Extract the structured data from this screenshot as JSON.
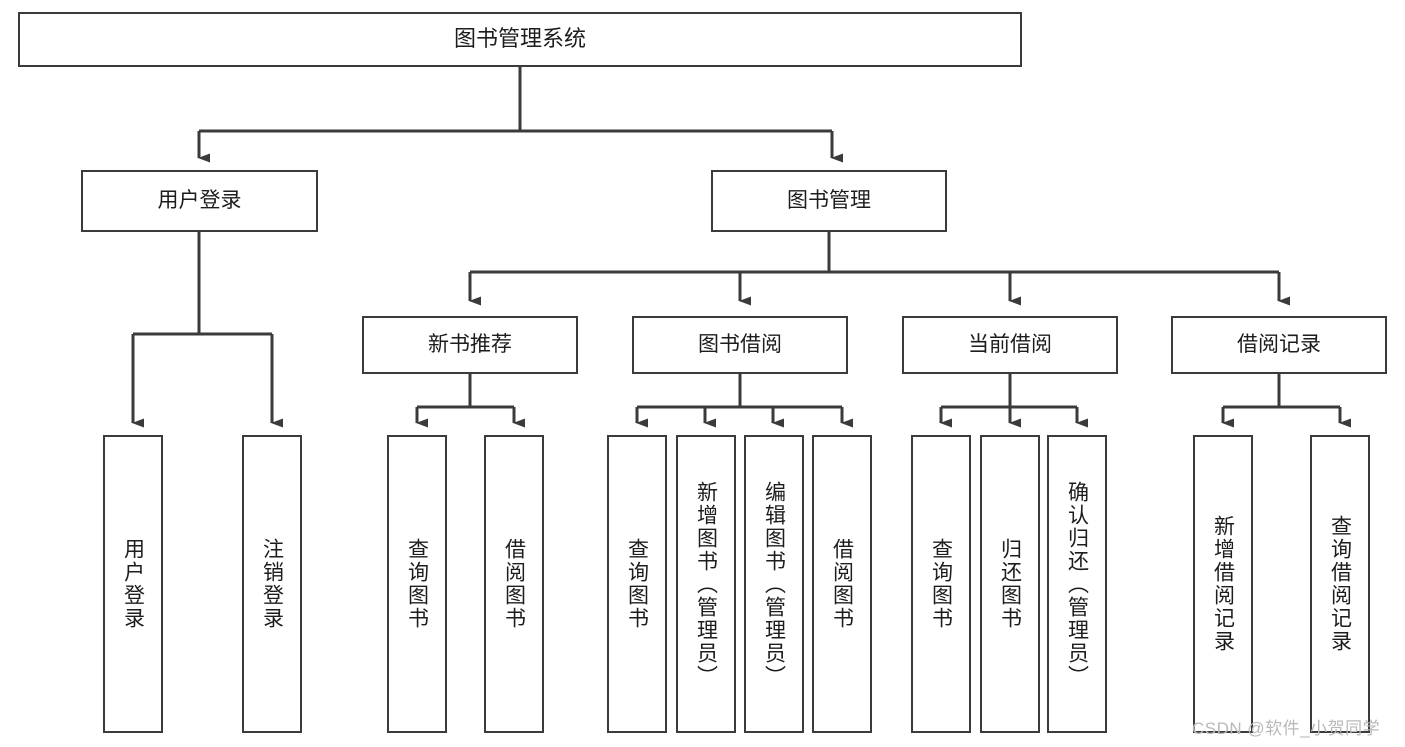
{
  "diagram": {
    "type": "tree-hierarchy",
    "title": "图书管理系统",
    "watermark": "CSDN @软件_小贺同学",
    "colors": {
      "stroke": "#3b3b3b",
      "fill": "#ffffff",
      "text": "#1d1d1d",
      "watermark": "#b9b9b9"
    },
    "nodes": {
      "root": {
        "label": "图书管理系统",
        "level": 1,
        "orientation": "horizontal"
      },
      "level2": [
        {
          "id": "user-login",
          "label": "用户登录",
          "orientation": "horizontal"
        },
        {
          "id": "book-management",
          "label": "图书管理",
          "orientation": "horizontal"
        }
      ],
      "level3": [
        {
          "id": "new-book-recommend",
          "label": "新书推荐",
          "parent": "book-management",
          "orientation": "horizontal"
        },
        {
          "id": "book-borrow",
          "label": "图书借阅",
          "parent": "book-management",
          "orientation": "horizontal"
        },
        {
          "id": "current-borrow",
          "label": "当前借阅",
          "parent": "book-management",
          "orientation": "horizontal"
        },
        {
          "id": "borrow-record",
          "label": "借阅记录",
          "parent": "book-management",
          "orientation": "horizontal"
        }
      ],
      "leaves": [
        {
          "id": "leaf-user-login",
          "label": "用户登录",
          "parent": "user-login",
          "orientation": "vertical"
        },
        {
          "id": "leaf-logout-login",
          "label": "注销登录",
          "parent": "user-login",
          "orientation": "vertical"
        },
        {
          "id": "leaf-query-book-1",
          "label": "查询图书",
          "parent": "new-book-recommend",
          "orientation": "vertical"
        },
        {
          "id": "leaf-borrow-book-1",
          "label": "借阅图书",
          "parent": "new-book-recommend",
          "orientation": "vertical"
        },
        {
          "id": "leaf-query-book-2",
          "label": "查询图书",
          "parent": "book-borrow",
          "orientation": "vertical"
        },
        {
          "id": "leaf-add-book",
          "label": "新增图书（管理员）",
          "parent": "book-borrow",
          "orientation": "vertical"
        },
        {
          "id": "leaf-edit-book",
          "label": "编辑图书（管理员）",
          "parent": "book-borrow",
          "orientation": "vertical"
        },
        {
          "id": "leaf-borrow-book-2",
          "label": "借阅图书",
          "parent": "book-borrow",
          "orientation": "vertical"
        },
        {
          "id": "leaf-query-book-3",
          "label": "查询图书",
          "parent": "current-borrow",
          "orientation": "vertical"
        },
        {
          "id": "leaf-return-book",
          "label": "归还图书",
          "parent": "current-borrow",
          "orientation": "vertical"
        },
        {
          "id": "leaf-confirm-return",
          "label": "确认归还（管理员）",
          "parent": "current-borrow",
          "orientation": "vertical"
        },
        {
          "id": "leaf-add-record",
          "label": "新增借阅记录",
          "parent": "borrow-record",
          "orientation": "vertical"
        },
        {
          "id": "leaf-query-record",
          "label": "查询借阅记录",
          "parent": "borrow-record",
          "orientation": "vertical"
        }
      ]
    }
  }
}
